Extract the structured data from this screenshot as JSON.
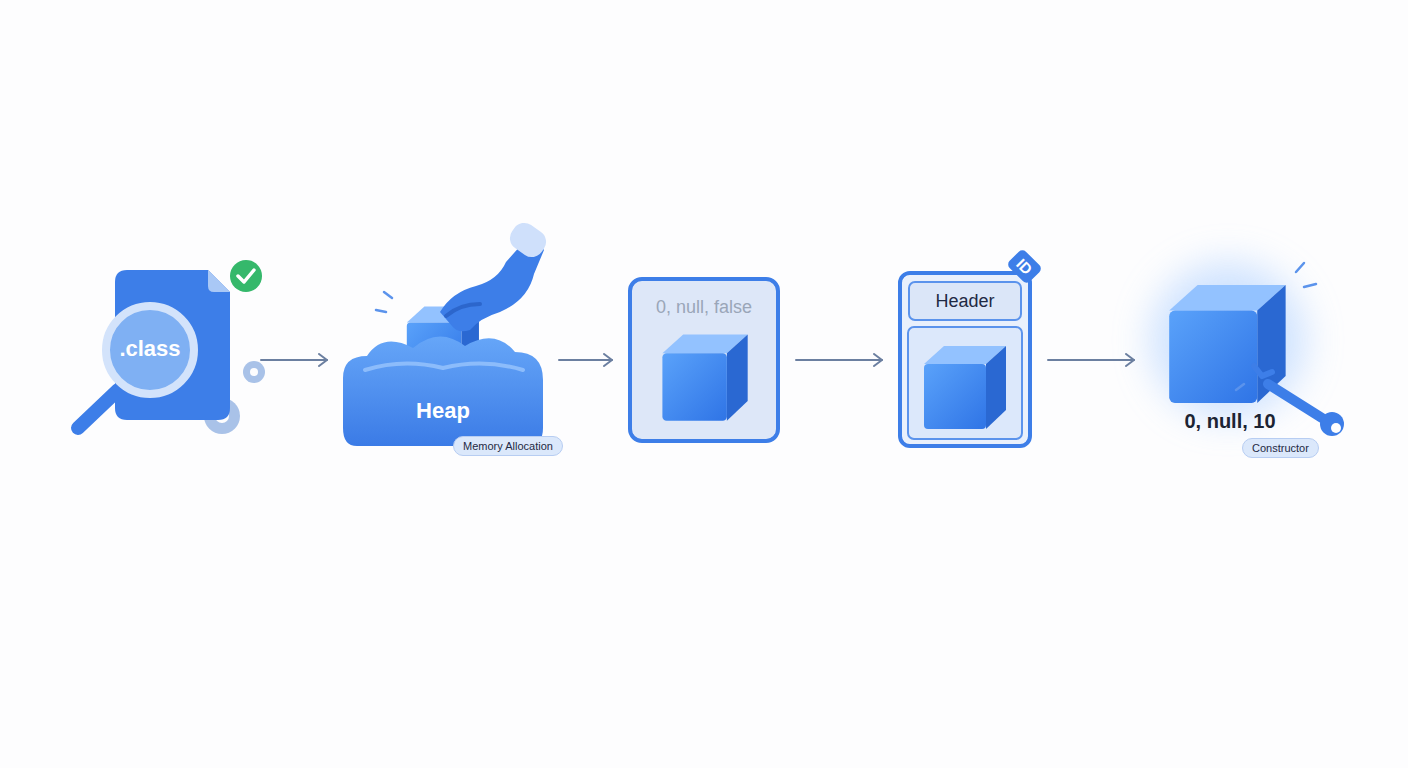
{
  "diagram": {
    "nodes": [
      {
        "text": [
          ".class"
        ]
      },
      {
        "text": [
          "Heap"
        ]
      },
      {
        "text": [
          "Memory Allocation"
        ],
        "in": 1
      },
      {
        "text": [
          "0, null, false"
        ]
      },
      {
        "text": [
          "ID"
        ]
      },
      {
        "text": [
          "Header"
        ],
        "in": 4
      },
      {
        "text": [
          "0, null, 10"
        ]
      },
      {
        "text": [
          "Constructor"
        ],
        "in": 6
      }
    ],
    "edges": [
      {
        "from": 0,
        "to": 1,
        "arrow": "to"
      },
      {
        "from": 1,
        "to": 3,
        "arrow": "to"
      },
      {
        "from": 3,
        "to": 4,
        "arrow": "to"
      },
      {
        "from": 4,
        "to": 6,
        "arrow": "to"
      }
    ]
  }
}
